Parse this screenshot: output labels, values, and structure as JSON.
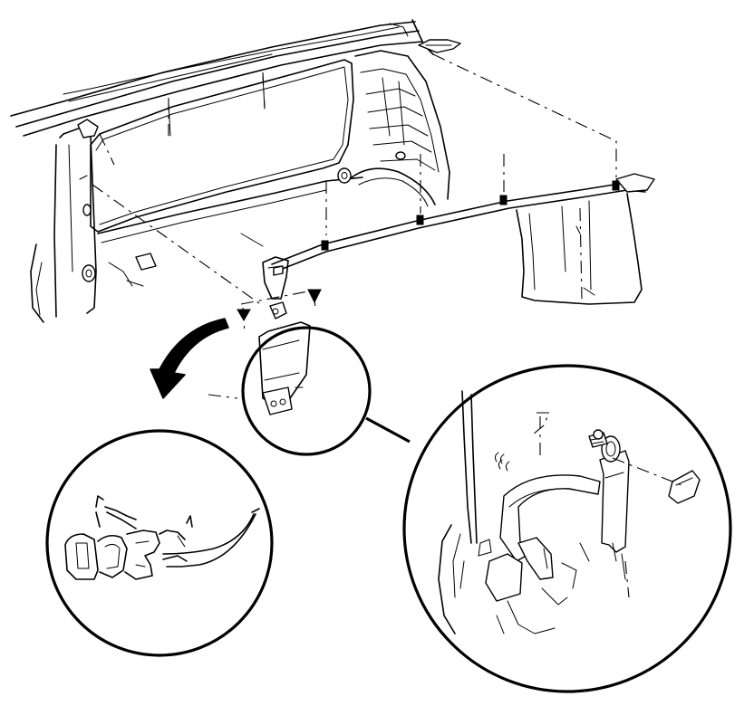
{
  "diagram": {
    "colors": {
      "line": "#000000",
      "background": "#ffffff"
    },
    "views": [
      "vehicle-interior-overview",
      "detail-circle-center",
      "detail-circle-left-enlarged",
      "detail-circle-right-seatbelt"
    ],
    "icons": [
      "curved-arrow-icon",
      "arrow-down-icon"
    ]
  }
}
